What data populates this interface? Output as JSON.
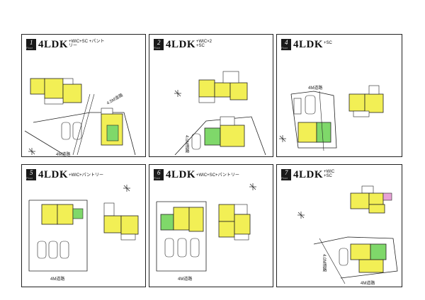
{
  "panels": [
    {
      "num": "1",
      "title": "4LDK",
      "extra": "+WIC+SC +パントリー",
      "road1": "4.5M道路",
      "road2": "4M道路"
    },
    {
      "num": "2",
      "title": "4LDK",
      "extra": "+WIC×2 +SC",
      "road1": "4.0M道路",
      "road2": ""
    },
    {
      "num": "4",
      "title": "4LDK",
      "extra": "+SC",
      "road1": "4M道路",
      "road2": ""
    },
    {
      "num": "5",
      "title": "4LDK",
      "extra": "+WIC+パントリー",
      "road1": "4M道路",
      "road2": ""
    },
    {
      "num": "6",
      "title": "4LDK",
      "extra": "+WIC+SC+パントリー",
      "road1": "4M道路",
      "road2": ""
    },
    {
      "num": "7",
      "title": "4LDK",
      "extra": "+WIC +SC",
      "road1": "4.0M道路",
      "road2": "4M道路"
    }
  ],
  "colors": {
    "room_yellow": "#f2ef55",
    "room_green": "#7fd86a",
    "room_pink": "#e7a3d6",
    "line": "#222222"
  },
  "icons": [
    "north-arrow-icon",
    "car-parking-icon"
  ]
}
